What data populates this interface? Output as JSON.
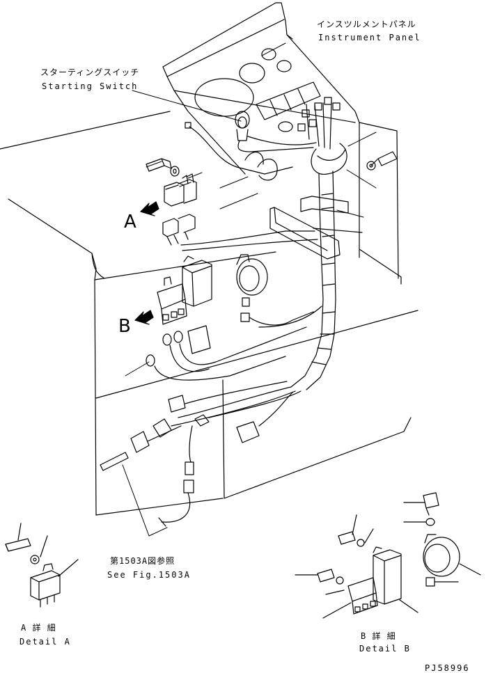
{
  "labels": {
    "instrument_panel_jp": "インスツルメントパネル",
    "instrument_panel_en": "Instrument Panel",
    "starting_switch_jp": "スターティングスイッチ",
    "starting_switch_en": "Starting Switch",
    "callout_a": "A",
    "callout_b": "B",
    "see_fig_jp": "第1503A図参照",
    "see_fig_en": "See Fig.1503A",
    "detail_a_jp": "A 詳 細",
    "detail_a_en": "Detail A",
    "detail_b_jp": "B 詳 細",
    "detail_b_en": "Detail B",
    "drawing_number": "PJ58996"
  }
}
